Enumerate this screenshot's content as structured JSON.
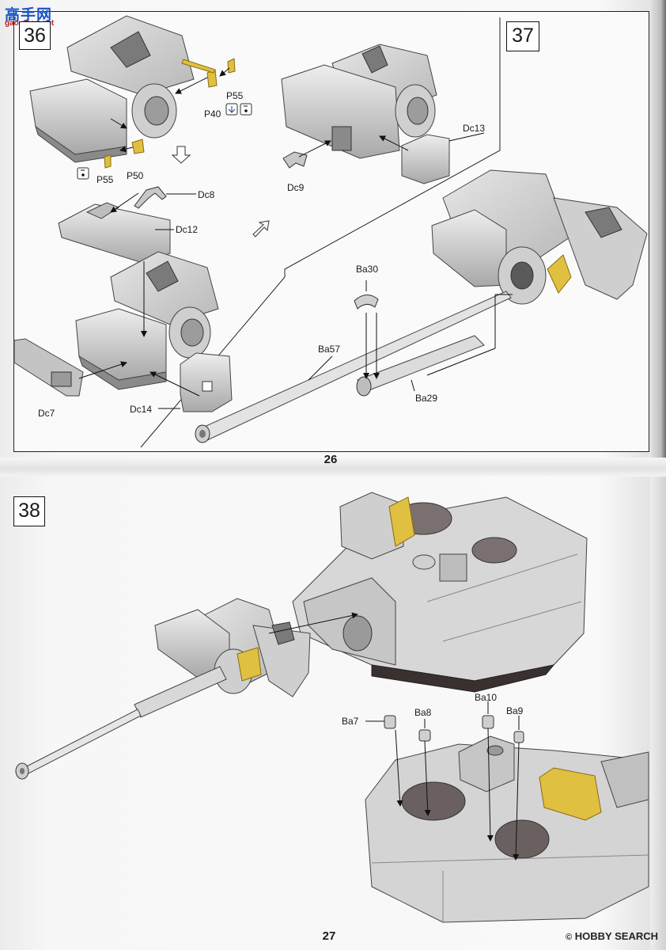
{
  "watermark_site": {
    "name": "高手网",
    "url": "gao.shou.net"
  },
  "watermark_search": {
    "mark": "©",
    "text": "HOBBY SEARCH"
  },
  "pages": [
    {
      "number": "26"
    },
    {
      "number": "27"
    }
  ],
  "steps": {
    "s36": "36",
    "s37": "37",
    "s38": "38"
  },
  "labels": {
    "p55a": "P55",
    "p40": "P40",
    "p55b": "P55",
    "p50": "P50",
    "dc8": "Dc8",
    "dc12": "Dc12",
    "dc7": "Dc7",
    "dc14": "Dc14",
    "dc13": "Dc13",
    "dc9": "Dc9",
    "ba30": "Ba30",
    "ba57": "Ba57",
    "ba29": "Ba29",
    "ba7": "Ba7",
    "ba8": "Ba8",
    "ba10": "Ba10",
    "ba9": "Ba9"
  },
  "icon_names": [
    "bend-part-icon",
    "remove-etch-icon",
    "arrow-down-outline-icon",
    "arrow-up-right-outline-icon"
  ],
  "colors": {
    "part_gray": "#d4d4d4",
    "part_dark": "#9a9a9a",
    "etch_gold": "#e0c040",
    "line": "#222222"
  }
}
